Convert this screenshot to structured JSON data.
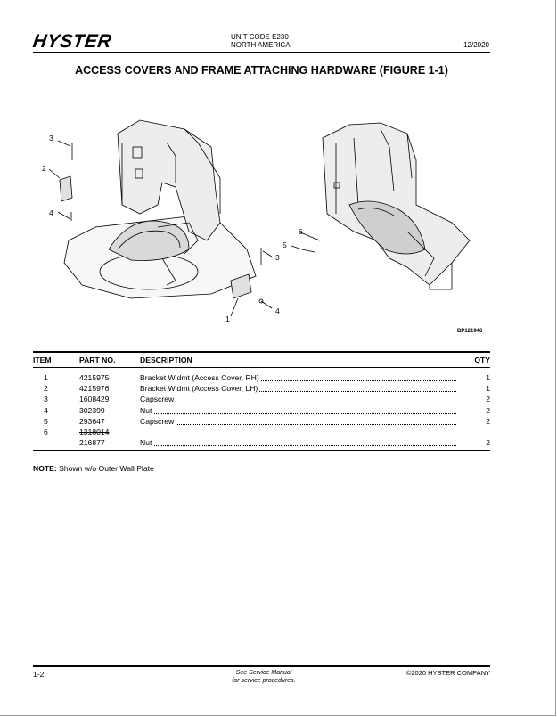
{
  "header": {
    "brand": "HYSTER",
    "unit_code": "UNIT CODE E230",
    "region": "NORTH AMERICA",
    "date": "12/2020"
  },
  "title": "ACCESS COVERS AND FRAME ATTACHING HARDWARE (FIGURE 1-1)",
  "figure": {
    "id": "BP121946",
    "callouts_left": [
      "3",
      "2",
      "4",
      "3",
      "1",
      "4"
    ],
    "callouts_right": [
      "6",
      "5"
    ]
  },
  "table": {
    "headers": {
      "item": "ITEM",
      "part": "PART NO.",
      "description": "DESCRIPTION",
      "qty": "QTY"
    },
    "rows": [
      {
        "item": "1",
        "part": "4215975",
        "description": "Bracket Wldmt (Access Cover, RH)",
        "qty": "1"
      },
      {
        "item": "2",
        "part": "4215976",
        "description": "Bracket Wldmt (Access Cover, LH)",
        "qty": "1"
      },
      {
        "item": "3",
        "part": "1608429",
        "description": "Capscrew",
        "qty": "2"
      },
      {
        "item": "4",
        "part": "302399",
        "description": "Nut",
        "qty": "2"
      },
      {
        "item": "5",
        "part": "293647",
        "description": "Capscrew",
        "qty": "2"
      },
      {
        "item": "6",
        "part": "1318014",
        "description": "",
        "qty": ""
      },
      {
        "item": "",
        "part": "216877",
        "description": "Nut",
        "qty": "2"
      }
    ]
  },
  "note": {
    "label": "NOTE:",
    "text": "Shown w/o Outer Wall Plate"
  },
  "footer": {
    "page": "1-2",
    "center_line1": "See Service Manual",
    "center_line2": "for service procedures.",
    "copyright": "©2020 HYSTER COMPANY"
  }
}
